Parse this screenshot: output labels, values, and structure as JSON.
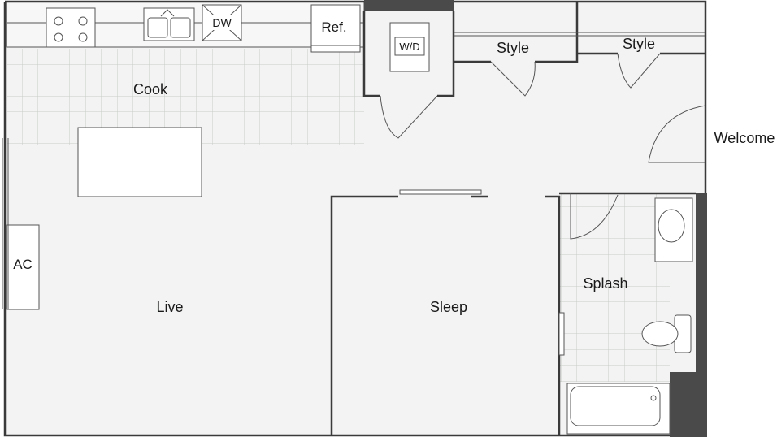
{
  "plan": {
    "rooms": {
      "cook": "Cook",
      "live": "Live",
      "sleep": "Sleep",
      "splash": "Splash",
      "welcome": "Welcome",
      "style_left": "Style",
      "style_right": "Style"
    },
    "fixtures": {
      "dishwasher": "DW",
      "refrigerator": "Ref.",
      "washer_dryer": "W/D",
      "air_conditioner": "AC"
    }
  },
  "colors": {
    "floor": "#f2f3f2",
    "tile_grid": "#c9ccc9",
    "wall": "#3a3a3a",
    "dark_wall": "#4a4a4a"
  }
}
